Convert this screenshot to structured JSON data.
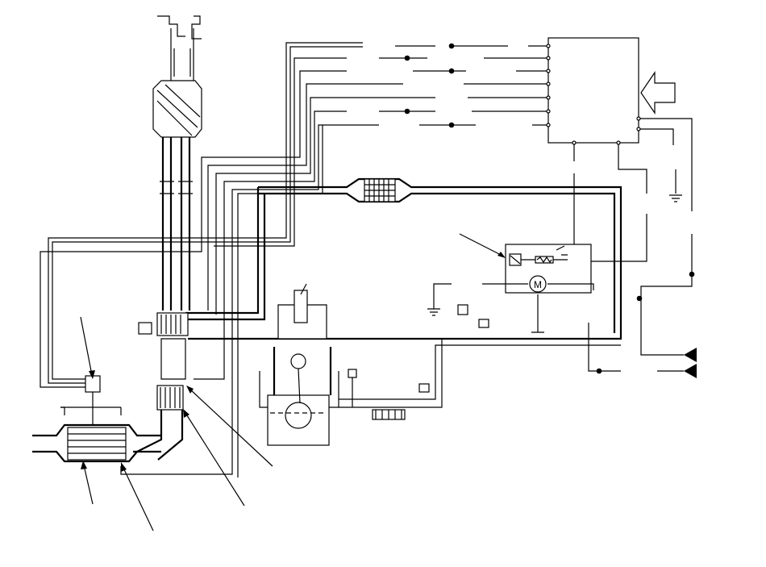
{
  "diagram": {
    "labels": [],
    "components": [
      "ecu-box",
      "input-arrow-icon",
      "air-intake-inlet",
      "air-cleaner",
      "intercooler",
      "throttle-body",
      "turbocharger",
      "engine-cylinder",
      "egr-cooler",
      "catalytic-converter",
      "egr-valve-actuator",
      "control-relay",
      "fuel-pump-motor",
      "ground-symbol",
      "output-arrow-icon"
    ]
  },
  "colors": {
    "line": "#000000",
    "background": "#ffffff"
  }
}
